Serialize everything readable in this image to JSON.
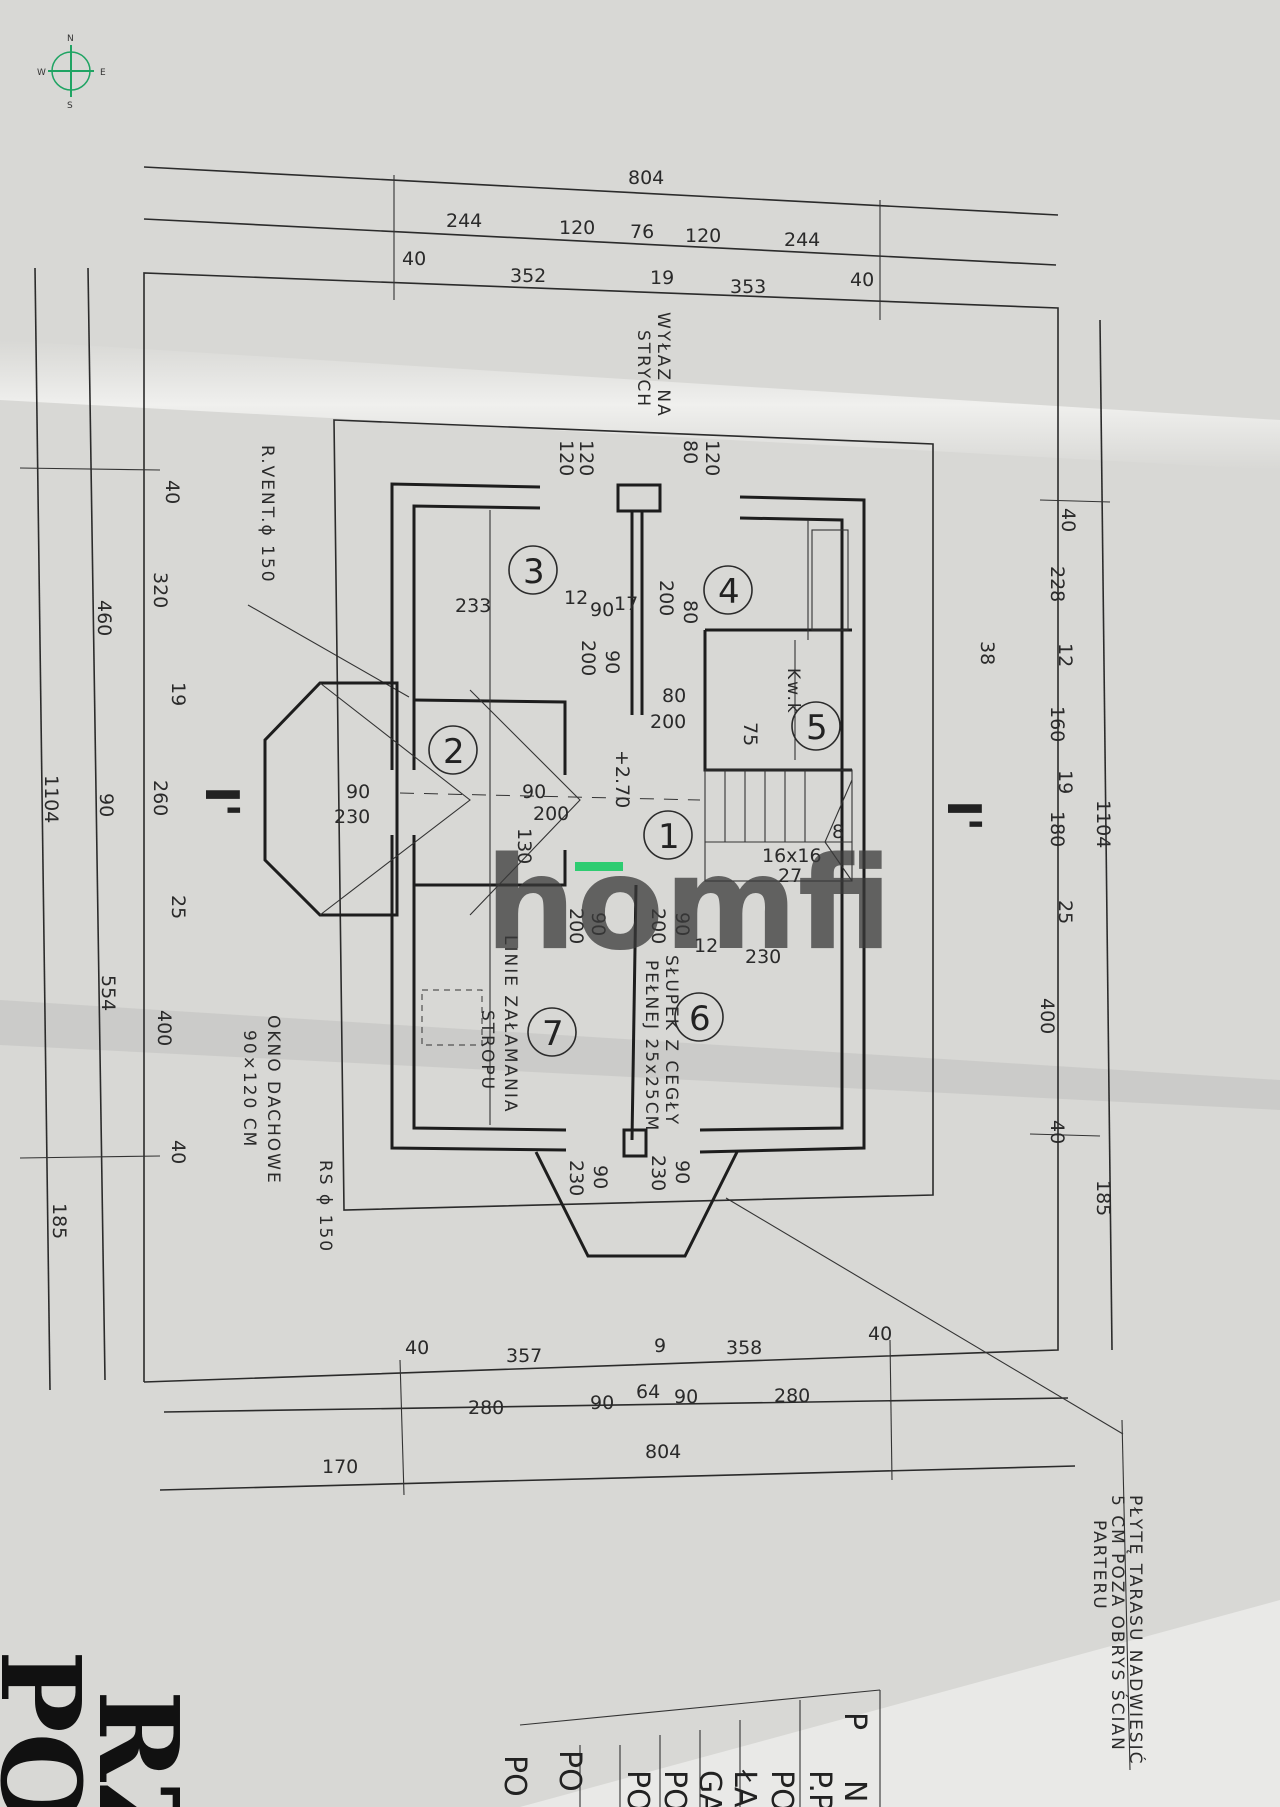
{
  "compass": {
    "n": "N",
    "s": "S",
    "e": "E",
    "w": "W",
    "color": "#1fa463"
  },
  "watermark": {
    "text": "homfi",
    "accent": "#2ecc71"
  },
  "top_dims": [
    "804",
    "244",
    "120",
    "76",
    "120",
    "244",
    "40",
    "352",
    "19",
    "353",
    "40"
  ],
  "left_dims": [
    "40",
    "320",
    "460",
    "19",
    "260",
    "90",
    "1104",
    "25",
    "400",
    "554",
    "40",
    "185"
  ],
  "right_dims": [
    "40",
    "228",
    "38",
    "12",
    "160",
    "19",
    "1104",
    "180",
    "25",
    "400",
    "40",
    "185"
  ],
  "bottom_dims": [
    "40",
    "357",
    "9",
    "358",
    "40",
    "280",
    "90",
    "64",
    "90",
    "280",
    "804",
    "170"
  ],
  "interior_dims": [
    "120",
    "120",
    "120",
    "80",
    "233",
    "12",
    "90",
    "17",
    "200",
    "80",
    "200",
    "90",
    "80",
    "200",
    "75",
    "90",
    "230",
    "90",
    "200",
    "130",
    "16x16",
    "27",
    "8",
    "200",
    "90",
    "200",
    "90",
    "12",
    "230",
    "230",
    "90",
    "230",
    "90"
  ],
  "level": "+2.70",
  "rooms": [
    "1",
    "2",
    "3",
    "4",
    "5",
    "6",
    "7"
  ],
  "notes": {
    "attic_hatch_1": "WYŁAZ NA",
    "attic_hatch_2": "STRYCH",
    "vent": "R.VENT.ϕ 150",
    "ceiling_break_1": "LINIE ZAŁAMANIA",
    "ceiling_break_2": "STROPU",
    "column_1": "SŁUPEK Z CEGŁY",
    "column_2": "PEŁNEJ 25x25CM",
    "roof_window_1": "OKNO DACHOWE",
    "roof_window_2": "90×120 CM",
    "rs": "RS ϕ 150",
    "terrace_1": "PŁYTĘ TARASU NADWIESIĆ",
    "terrace_2": "5 CM POZA OBRYS ŚCIAN",
    "terrace_3": "PARTERU",
    "kwk": "Kw.k"
  },
  "section_marks": [
    "I",
    "I'"
  ],
  "title_fragments": [
    "PO",
    "RZ"
  ],
  "table_fragments": [
    "P",
    "N",
    "P.P",
    "PO",
    "PO",
    "ŁA",
    "GA",
    "PO",
    "PO",
    "PO",
    "PO",
    "PO"
  ]
}
